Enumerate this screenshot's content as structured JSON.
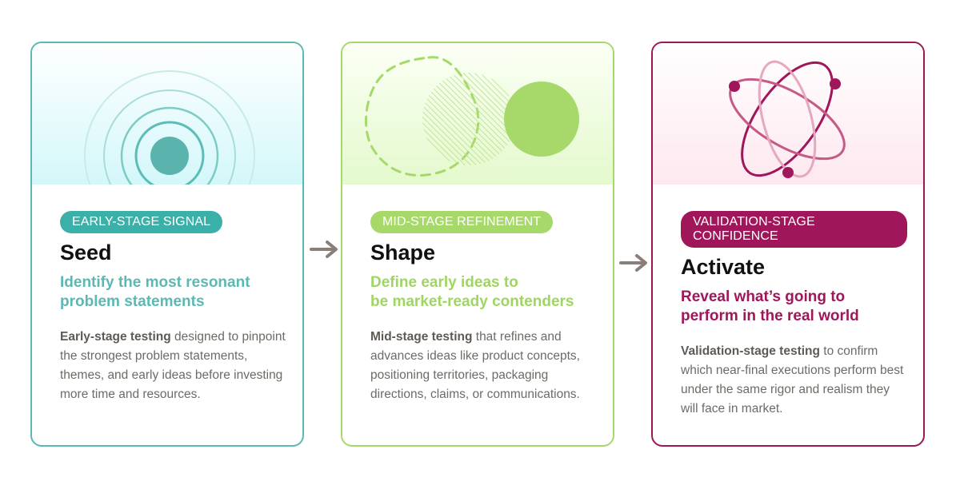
{
  "stages": [
    {
      "badge": "EARLY-STAGE SIGNAL",
      "title": "Seed",
      "subtitle_line1": "Identify the most resonant",
      "subtitle_line2": "problem statements",
      "body_lead": "Early-stage testing",
      "body_rest": " designed to pinpoint the strongest problem statements, themes, and early ideas before investing more time and resources.",
      "accent": "#3bb0a8",
      "icon": "concentric-circles-icon"
    },
    {
      "badge": "MID-STAGE REFINEMENT",
      "title": "Shape",
      "subtitle_line1": "Define early ideas to",
      "subtitle_line2": "be market-ready contenders",
      "body_lead": "Mid-stage testing",
      "body_rest": " that refines and advances ideas like product concepts, positioning territories, packaging directions, claims, or communications.",
      "accent": "#a6d96a",
      "icon": "evolving-circles-icon"
    },
    {
      "badge": "VALIDATION-STAGE CONFIDENCE",
      "title": "Activate",
      "subtitle_line1": "Reveal what’s going to",
      "subtitle_line2": "perform in the real world",
      "body_lead": "Validation-stage testing",
      "body_rest": " to confirm which near-final executions perform best under the same rigor and realism they will face in market.",
      "accent": "#a0165a",
      "icon": "orbit-atom-icon"
    }
  ],
  "arrow_color": "#8a7f78",
  "arrow_icon": "right-arrow-icon"
}
